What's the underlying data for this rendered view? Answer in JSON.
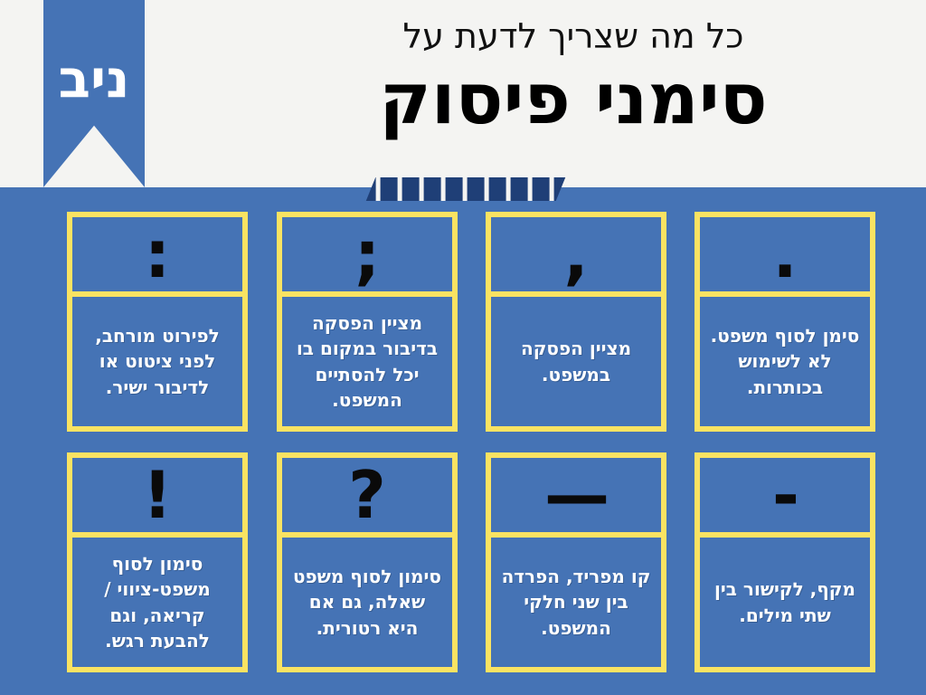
{
  "page": {
    "background_color": "#4573b5",
    "header_background_color": "#f4f4f2",
    "accent_yellow": "#fae362",
    "glyph_color": "#0a0a0a",
    "text_color": "#ffffff",
    "stripe_color": "#1f3f77"
  },
  "header": {
    "subtitle": "כל מה שצריך לדעת על",
    "title": "סימני פיסוק"
  },
  "ribbon": {
    "label": "ניב"
  },
  "cards": [
    {
      "glyph": ":",
      "glyph_name": "colon",
      "description": "לפירוט מורחב, לפני ציטוט או לדיבור ישיר."
    },
    {
      "glyph": ";",
      "glyph_name": "semicolon",
      "description": "מציין הפסקה בדיבור במקום בו יכל להסתיים המשפט."
    },
    {
      "glyph": ",",
      "glyph_name": "comma",
      "description": "מציין הפסקה במשפט."
    },
    {
      "glyph": ".",
      "glyph_name": "period",
      "description": "סימן לסוף משפט. לא לשימוש בכותרות."
    },
    {
      "glyph": "!",
      "glyph_name": "exclamation-mark",
      "description": "סימון לסוף משפט-ציווי / קריאה, וגם להבעת רגש."
    },
    {
      "glyph": "?",
      "glyph_name": "question-mark",
      "description": "סימון לסוף משפט שאלה, גם אם היא רטורית."
    },
    {
      "glyph": "—",
      "glyph_name": "em-dash",
      "description": "קו מפריד, הפרדה בין שני חלקי המשפט."
    },
    {
      "glyph": "-",
      "glyph_name": "hyphen",
      "description": "מקף, לקישור בין שתי מילים."
    }
  ]
}
